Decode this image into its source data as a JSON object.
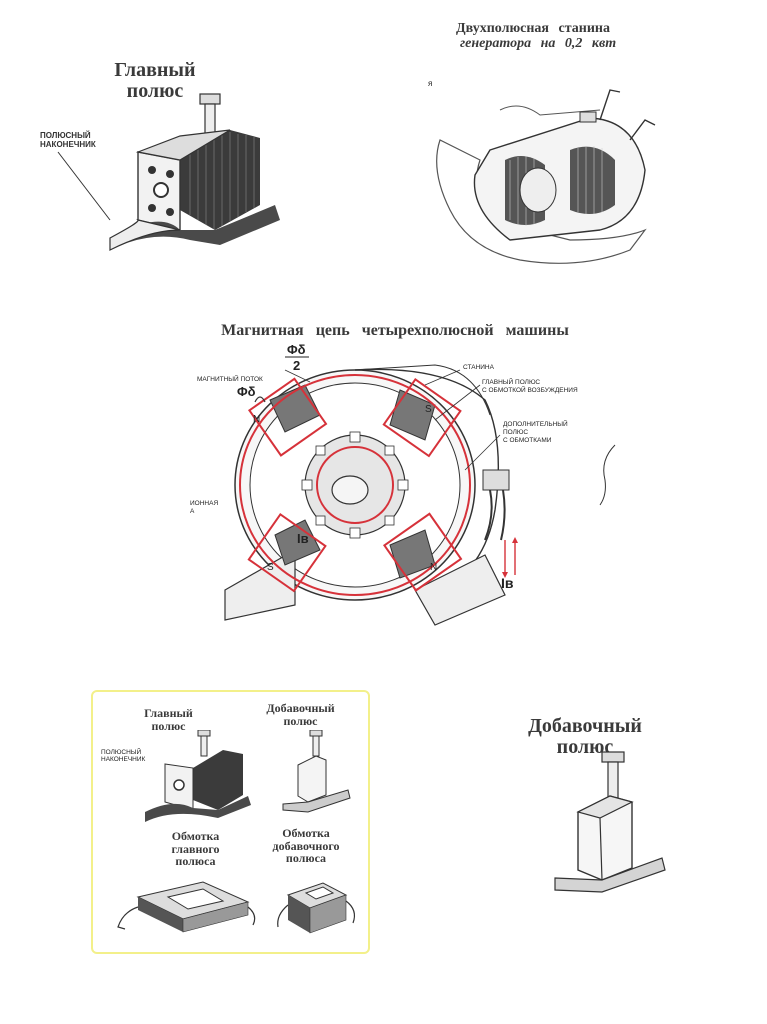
{
  "main_pole": {
    "title_line1": "Главный",
    "title_line2": "полюс",
    "label_line1": "ПОЛЮСНЫЙ",
    "label_line2": "НАКОНЕЧНИК"
  },
  "frame": {
    "title_line1": "Двухполюсная станина",
    "title_line2": "генератора на 0,2 квт",
    "side_letter": "я"
  },
  "magnetic_circuit": {
    "title": "Магнитная цепь четырехполюсной машины",
    "flux_half_num": "Φδ",
    "flux_half_den": "2",
    "flux_label": "МАГНИТНЫЙ ПОТОК",
    "flux_symbol": "Φδ",
    "frame_label": "СТАНИНА",
    "main_pole_line1": "ГЛАВНЫЙ ПОЛЮС",
    "main_pole_line2": "С ОБМОТКОЙ ВОЗБУЖДЕНИЯ",
    "aux_pole_line1": "ДОПОЛНИТЕЛЬНЫЙ",
    "aux_pole_line2": "ПОЛЮС",
    "aux_pole_line3": "С ОБМОТКАМИ",
    "left_cut_line1": "ИОННАЯ",
    "left_cut_line2": "А",
    "pole_n_top": "N",
    "pole_s_top": "S",
    "pole_s_bottom": "S",
    "pole_n_bottom": "N",
    "current_inner": "Iв",
    "current_outer": "Iв",
    "accent_color": "#d6323a"
  },
  "panel": {
    "main_title_line1": "Главный",
    "main_title_line2": "полюс",
    "aux_title_line1": "Добавочный",
    "aux_title_line2": "полюс",
    "tip_label_line1": "ПОЛЮСНЫЙ",
    "tip_label_line2": "НАКОНЕЧНИК",
    "main_winding_line1": "Обмотка",
    "main_winding_line2": "главного",
    "main_winding_line3": "полюса",
    "aux_winding_line1": "Обмотка",
    "aux_winding_line2": "добавочного",
    "aux_winding_line3": "полюса",
    "border_color": "#f3f08a"
  },
  "aux_pole": {
    "title_line1": "Добавочный",
    "title_line2": "полюс"
  }
}
